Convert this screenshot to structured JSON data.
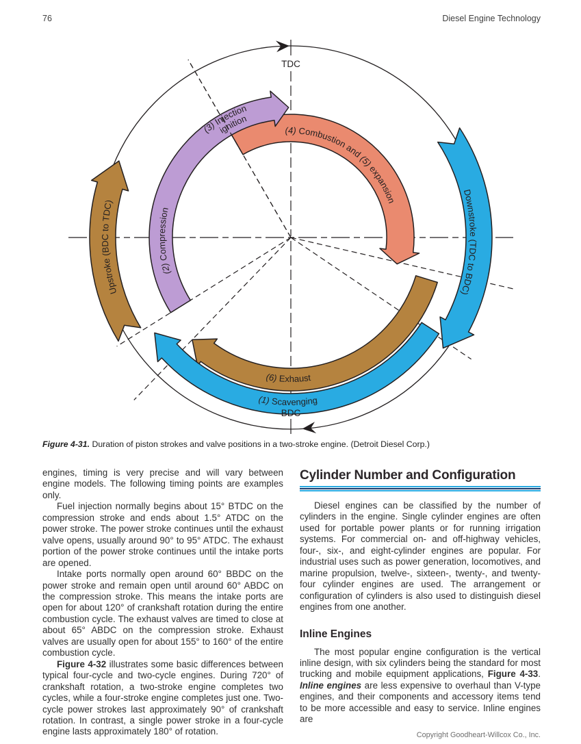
{
  "page": {
    "number": "76",
    "running_head": "Diesel Engine Technology",
    "footer": "Copyright Goodheart-Willcox Co., Inc."
  },
  "figure": {
    "caption": [
      {
        "t": "Figure 4-31.",
        "s": "bi"
      },
      {
        "t": " Duration of piston strokes and valve positions in a two-stroke engine. (Detroit Diesel Corp.)",
        "s": ""
      }
    ],
    "labels": {
      "tdc": "TDC",
      "bdc": "BDC",
      "upstroke": "Upstroke (BDC to TDC)",
      "downstroke": "Downstroke (TDC to BDC)",
      "compression": [
        {
          "t": "(2)",
          "i": 1
        },
        {
          "t": "Compression",
          "i": 0
        }
      ],
      "injection_line1": [
        {
          "t": "(3)",
          "i": 1
        },
        {
          "t": "Injection",
          "i": 0
        }
      ],
      "injection_line2": [
        {
          "t": "ignition",
          "i": 0
        }
      ],
      "combustion": [
        {
          "t": "(4)",
          "i": 1
        },
        {
          "t": "Combustion and",
          "i": 0
        },
        {
          "t": "(5)",
          "i": 1
        },
        {
          "t": "expansion",
          "i": 0
        }
      ],
      "exhaust": [
        {
          "t": "(6)",
          "i": 1
        },
        {
          "t": "Exhaust",
          "i": 0
        }
      ],
      "scavenging": [
        {
          "t": "(1)",
          "i": 1
        },
        {
          "t": "Scavenging",
          "i": 0
        }
      ]
    },
    "colors": {
      "upstroke": "#b5833f",
      "downstroke": "#29abe2",
      "compression": "#bd9cd4",
      "combustion": "#ea8a6f",
      "exhaust": "#b5833f",
      "scavenging": "#29abe2",
      "outline": "#231f20"
    }
  },
  "left_column": {
    "paragraphs": [
      {
        "segments": [
          {
            "t": "engines, timing is very precise and will vary between engine models. The following timing points are examples only.",
            "s": ""
          }
        ]
      },
      {
        "segments": [
          {
            "t": "Fuel injection normally begins about 15° BTDC on the compression stroke and ends about 1.5° ATDC on the power stroke. The power stroke continues until the exhaust valve opens, usually around 90° to 95° ATDC. The exhaust portion of the power stroke continues until the intake ports are opened.",
            "s": ""
          }
        ]
      },
      {
        "segments": [
          {
            "t": "Intake ports normally open around 60° BBDC on the power stroke and remain open until around 60° ABDC on the compression stroke. This means the intake ports are open for about 120° of crankshaft rotation during the entire combustion cycle. The exhaust valves are timed to close at about 65° ABDC on the compression stroke. Exhaust valves are usually open for about 155° to 160° of the entire combustion cycle.",
            "s": ""
          }
        ]
      },
      {
        "segments": [
          {
            "t": "Figure 4-32",
            "s": "b"
          },
          {
            "t": " illustrates some basic differences between typical four-cycle and two-cycle engines. During 720° of crankshaft rotation, a two-stroke engine completes two cycles, while a four-stroke engine completes just one. Two-cycle power strokes last approximately 90° of crankshaft rotation. In contrast, a single power stroke in a four-cycle engine lasts approximately 180° of rotation.",
            "s": ""
          }
        ]
      }
    ]
  },
  "right_column": {
    "section_heading": "Cylinder Number and Configuration",
    "rule_colors": {
      "outer": "#29abe2",
      "inner": "#1d3c6e"
    },
    "intro_paragraph": {
      "segments": [
        {
          "t": "Diesel engines can be classified by the number of cylinders in the engine. Single cylinder engines are often used for portable power plants or for running irrigation systems. For commercial on- and off-highway vehicles, four-, six-, and eight-cylinder engines are popular. For industrial uses such as power generation, locomotives, and marine propulsion, twelve-, sixteen-, twenty-, and twenty-four cylinder engines are used. The arrangement or configuration of cylinders is also used to distinguish diesel engines from one another.",
          "s": ""
        }
      ]
    },
    "subsection_heading": "Inline Engines",
    "subsection_paragraph": {
      "segments": [
        {
          "t": "The most popular engine configuration is the vertical inline design, with six cylinders being the standard for most trucking and mobile equipment applications, ",
          "s": ""
        },
        {
          "t": "Figure 4-33",
          "s": "b"
        },
        {
          "t": ". ",
          "s": ""
        },
        {
          "t": "Inline engines",
          "s": "bi"
        },
        {
          "t": " are less expensive to overhaul than V-type engines, and their components and accessory items tend to be more accessible and easy to service. Inline engines are",
          "s": ""
        }
      ]
    }
  }
}
